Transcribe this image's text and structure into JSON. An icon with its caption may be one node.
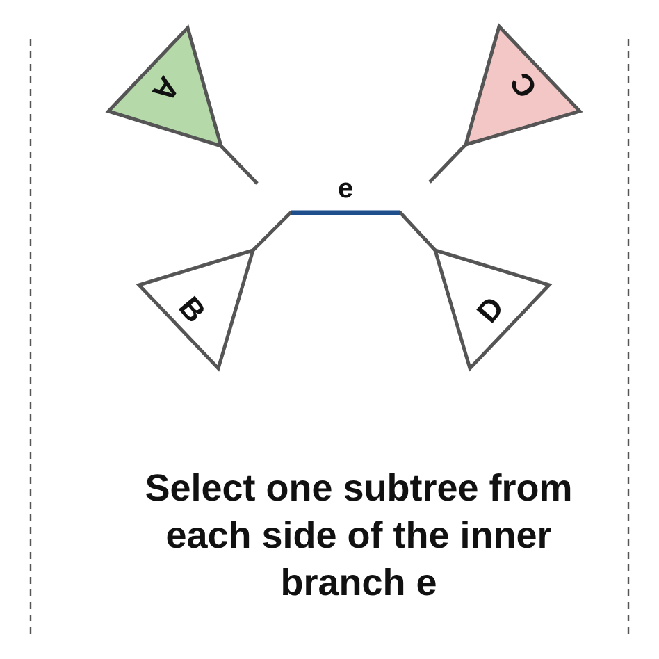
{
  "diagram": {
    "caption": "Select one subtree from each side of the inner branch e",
    "nodes": [
      {
        "text": [
          "A"
        ]
      },
      {
        "text": [
          "B"
        ]
      },
      {
        "text": [
          "C"
        ]
      },
      {
        "text": [
          "D"
        ]
      }
    ],
    "edges": [
      {
        "from": 0,
        "to": null,
        "arrow": "none"
      },
      {
        "from": 2,
        "to": null,
        "arrow": "none"
      },
      {
        "from": 1,
        "to": 3,
        "arrow": "none",
        "label": "e"
      }
    ]
  }
}
